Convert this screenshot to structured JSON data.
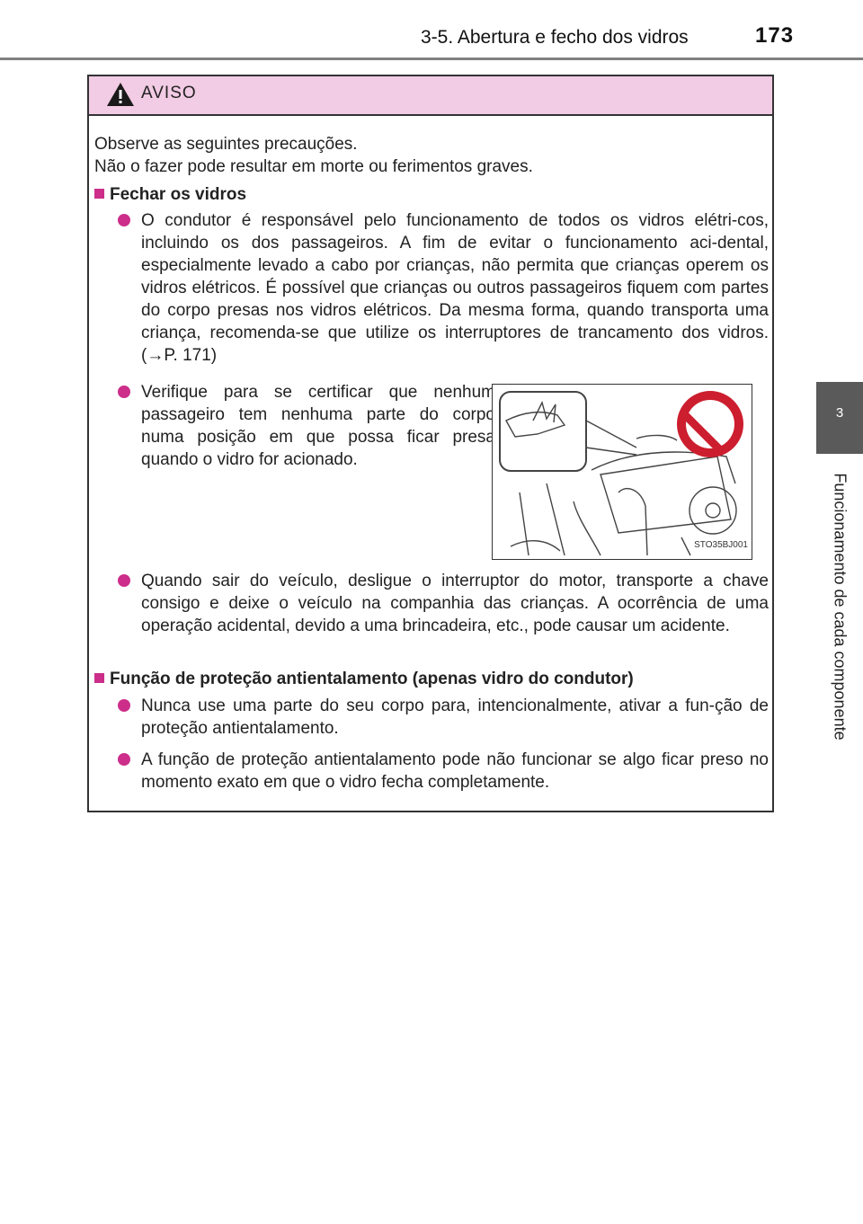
{
  "header": {
    "section": "3-5. Abertura e fecho dos vidros",
    "page_number": "173"
  },
  "side_tab": {
    "chapter_number": "3",
    "chapter_title": "Funcionamento de cada componente"
  },
  "warning": {
    "label": "AVISO",
    "intro_line1": "Observe as seguintes precauções.",
    "intro_line2": "Não o fazer pode resultar em morte ou ferimentos graves.",
    "section1_title": "Fechar os vidros",
    "bullet1": "O condutor é responsável pelo funcionamento de todos os vidros elétri-cos, incluindo os dos passageiros. A fim de evitar o funcionamento aci-dental, especialmente levado a cabo por crianças, não permita que crianças operem os vidros elétricos. É possível que crianças ou outros passageiros fiquem com partes do corpo presas nos vidros elétricos. Da mesma forma, quando transporta uma criança, recomenda-se que utilize os interruptores de trancamento dos vidros. (→P. 171)",
    "bullet2": "Verifique para se certificar que nenhum passageiro tem nenhuma parte do corpo numa posição em que possa ficar presa quando o vidro for acionado.",
    "figure_code": "STO35BJ001",
    "bullet3": "Quando sair do veículo, desligue o interruptor do motor, transporte a chave consigo e deixe o veículo na companhia das crianças. A ocorrência de uma operação acidental, devido a uma brincadeira, etc., pode causar um acidente.",
    "section2_title": "Função de proteção antientalamento (apenas vidro do condutor)",
    "bullet4": "Nunca use uma parte do seu corpo para, intencionalmente, ativar a fun-ção de proteção antientalamento.",
    "bullet5": "A função de proteção antientalamento pode não funcionar se algo ficar preso no momento exato em que o vidro fecha completamente."
  }
}
